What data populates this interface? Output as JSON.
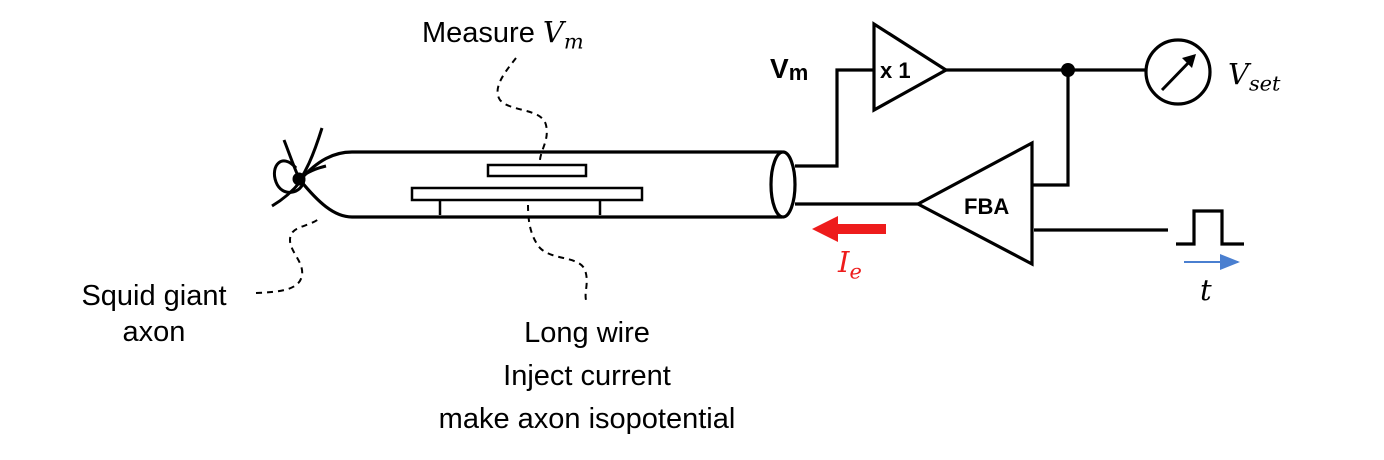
{
  "labels": {
    "measure": {
      "text": "Measure",
      "var": "V",
      "sub": "m"
    },
    "vm_node": {
      "var": "V",
      "sub": "m"
    },
    "unity_amp": "x 1",
    "meter": {
      "var": "V",
      "sub": "set"
    },
    "fba": "FBA",
    "current": {
      "var": "I",
      "sub": "e"
    },
    "time": "t",
    "axon": [
      "Squid giant",
      "axon"
    ],
    "wire": [
      "Long wire",
      "Inject current",
      "make axon isopotential"
    ]
  },
  "colors": {
    "line": "#000000",
    "current_arrow": "#ee1c1c",
    "time_arrow": "#4a7fd0"
  },
  "icons": [
    "squid-sketch",
    "meter-needle-icon",
    "pulse-waveform-icon"
  ]
}
